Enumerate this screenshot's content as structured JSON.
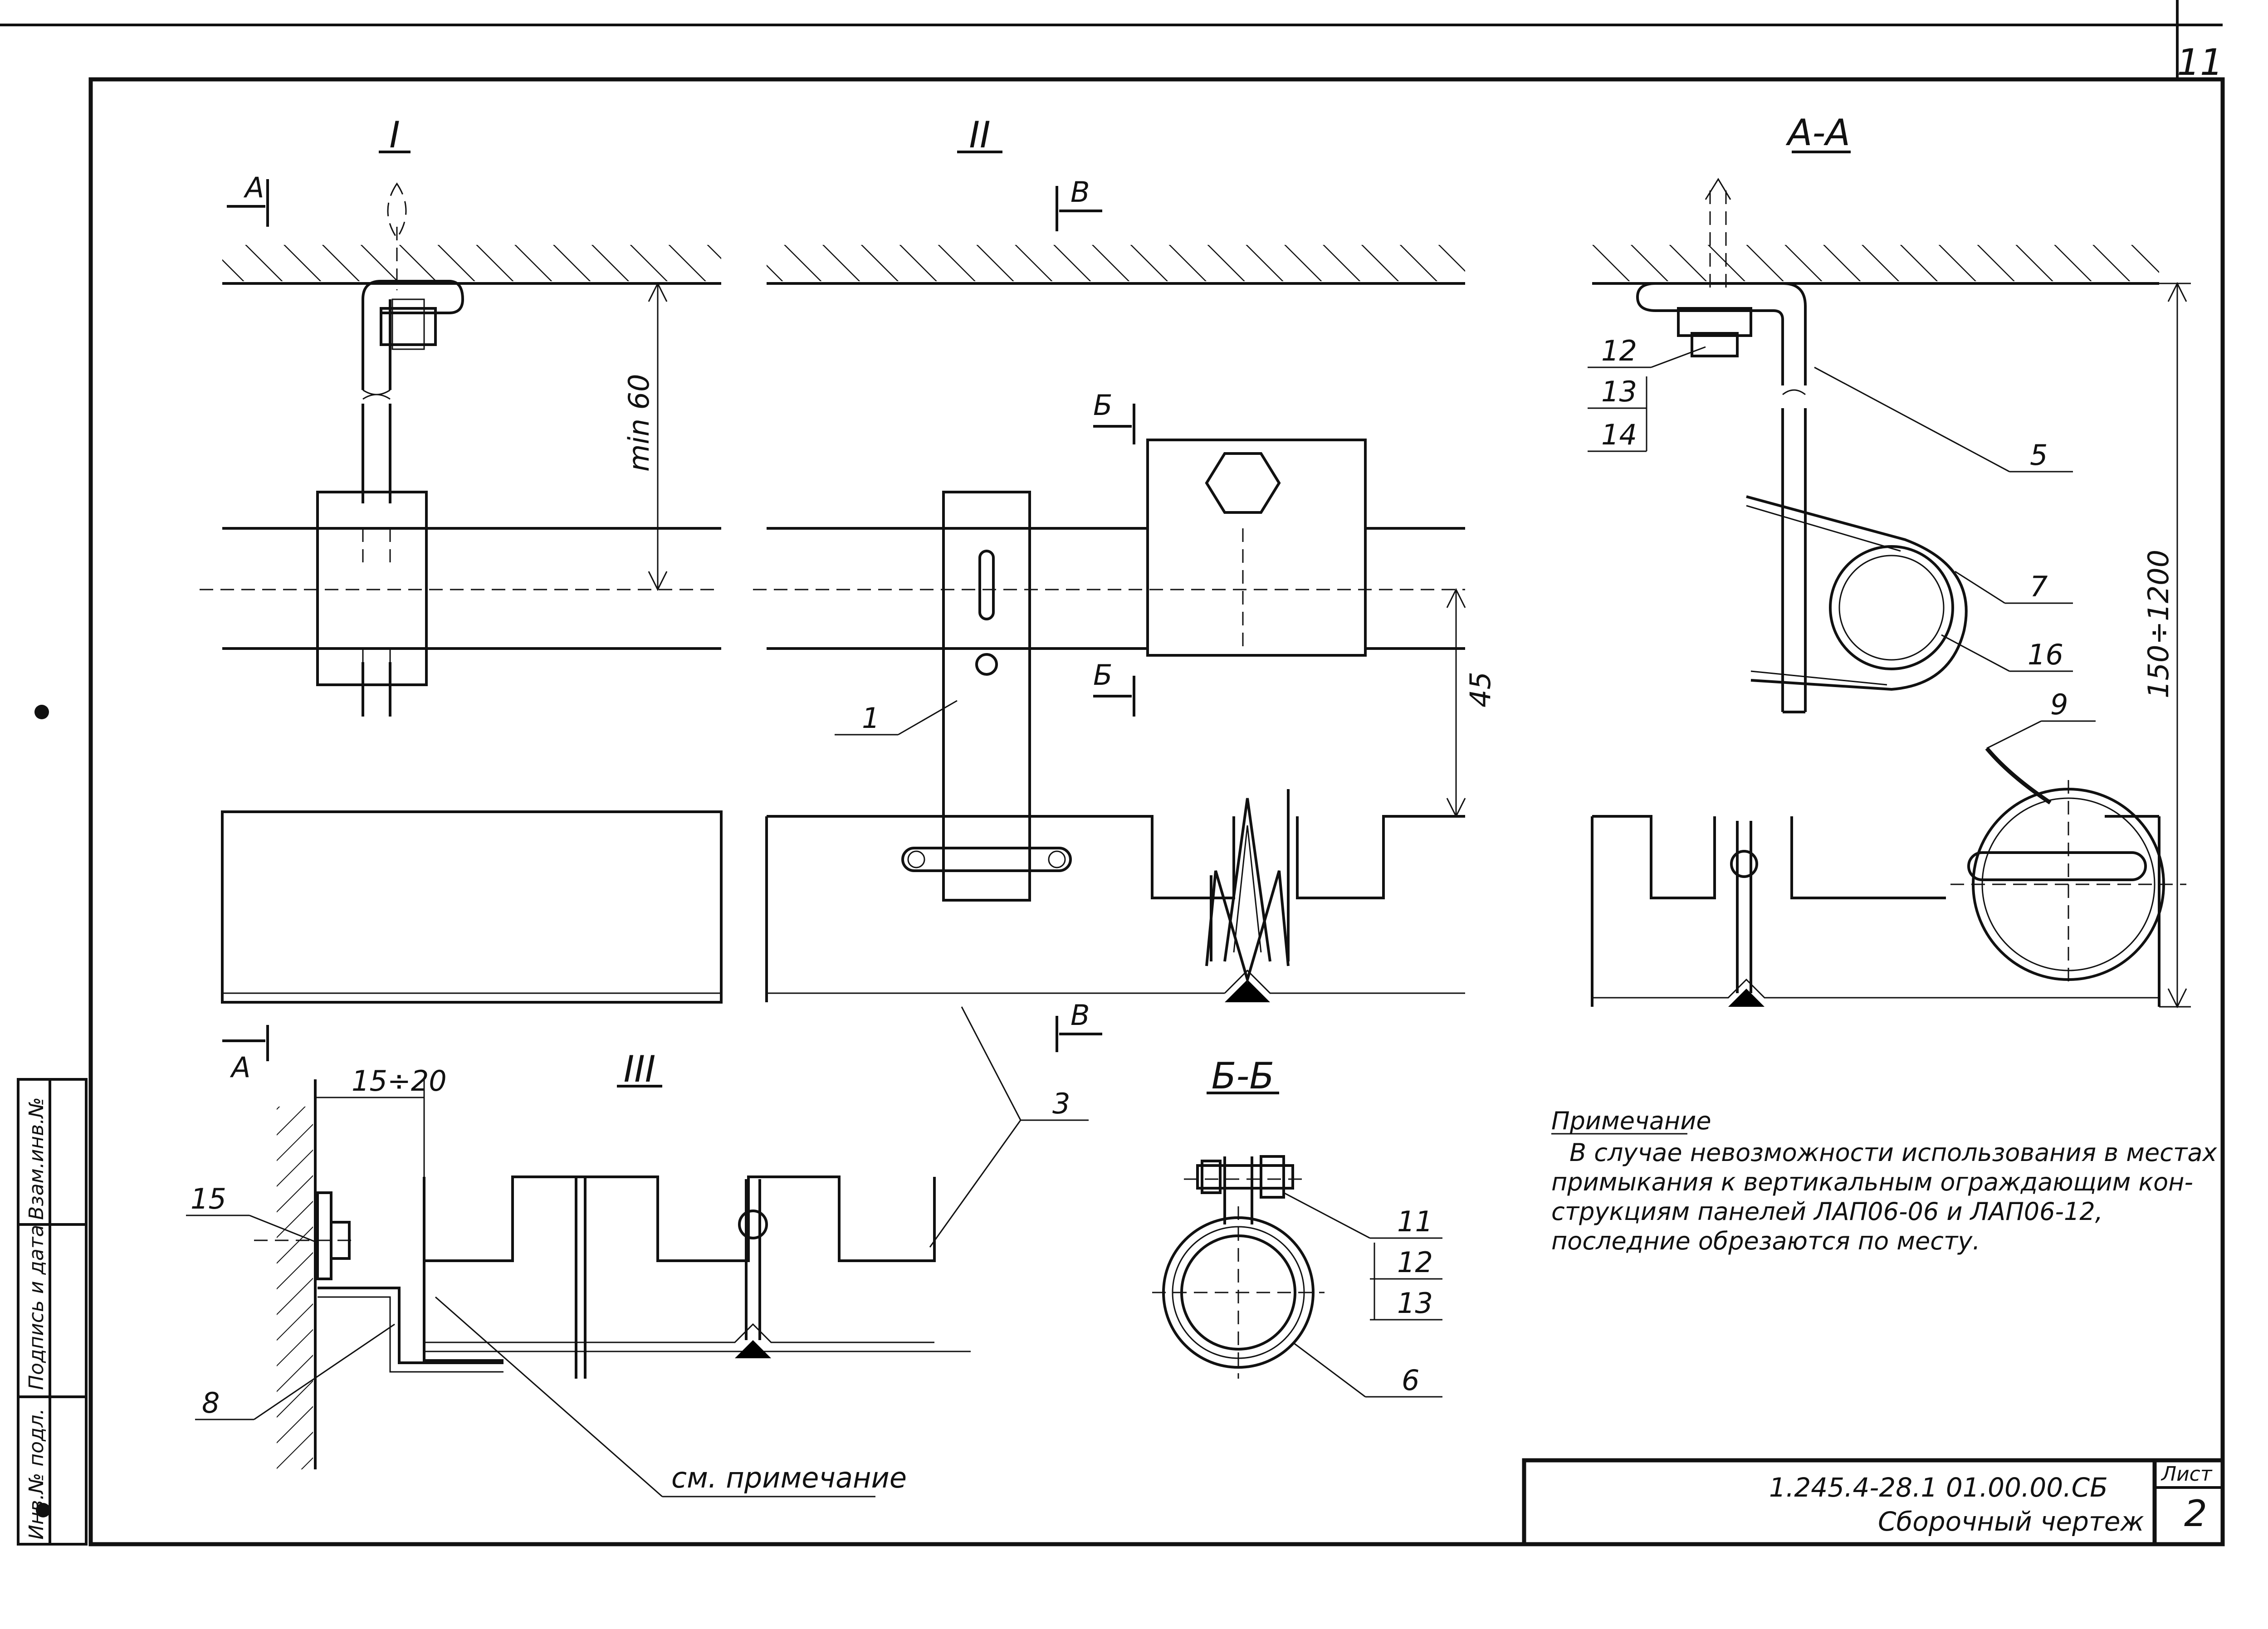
{
  "sheet_number_top": "11",
  "views": {
    "view_1_title": "I",
    "view_2_title": "II",
    "view_3_title": "III",
    "section_aa_title": "А-А",
    "section_bb_title": "Б-Б"
  },
  "section_marks": {
    "a": "А",
    "b": "Б",
    "v": "В"
  },
  "dimensions": {
    "min60": "min 60",
    "d45": "45",
    "range150": "150÷1200",
    "gap15": "15÷20"
  },
  "callouts": {
    "c1": "1",
    "c3": "3",
    "c5": "5",
    "c6": "6",
    "c7": "7",
    "c8": "8",
    "c9": "9",
    "c11": "11",
    "c12": "12",
    "c13": "13",
    "c14": "14",
    "c15": "15",
    "c16": "16",
    "see_note": "см. примечание"
  },
  "note": {
    "title": "Примечание",
    "lines": [
      "В случае невозможности использования в местах",
      "примыкания к вертикальным ограждающим кон-",
      "струкциям панелей ЛАП06-06 и ЛАП06-12,",
      "последние обрезаются по месту."
    ]
  },
  "title_block": {
    "code": "1.245.4-28.1   01.00.00.СБ",
    "name": "Сборочный чертеж",
    "sheet_label": "Лист",
    "sheet_no": "2"
  },
  "left_strip": {
    "l1": "Инв.№ подл.",
    "l2": "Подпись и дата",
    "l3": "Взам.инв.№"
  }
}
